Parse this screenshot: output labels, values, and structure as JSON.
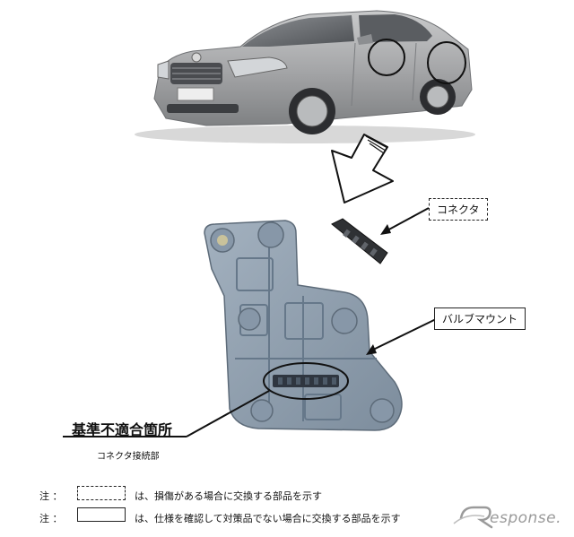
{
  "callouts": {
    "connector": "コネクタ",
    "bulb_mount": "バルブマウント",
    "nonconforming_title": "基準不適合箇所",
    "nonconforming_sub": "コネクタ接続部"
  },
  "notes": [
    {
      "prefix": "注 ：",
      "box": "dashed",
      "text": "は、損傷がある場合に交換する部品を示す"
    },
    {
      "prefix": "注 ：",
      "box": "solid",
      "text": "は、仕様を確認して対策品でない場合に交換する部品を示す"
    }
  ],
  "logo": {
    "text": "esponse."
  },
  "colors": {
    "car_body": "#a9aaab",
    "car_dark": "#3a3c3f",
    "part_plastic": "#8f9eae",
    "part_dark": "#5d6b79"
  }
}
